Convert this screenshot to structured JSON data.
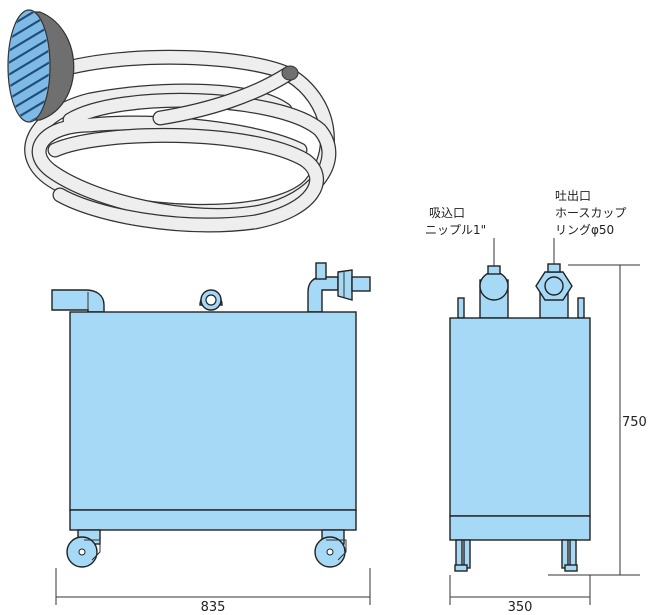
{
  "labels": {
    "suction_title": "吸込口",
    "suction_spec": "ニップル1\"",
    "discharge_title": "吐出口",
    "discharge_spec_1": "ホースカップ",
    "discharge_spec_2": "リングφ50"
  },
  "dimensions": {
    "width_front": "835",
    "width_side": "350",
    "height": "750"
  },
  "colors": {
    "tank": "#a6d9f5",
    "hose": "#eeeeee",
    "strainer": "#7fb9e6"
  }
}
